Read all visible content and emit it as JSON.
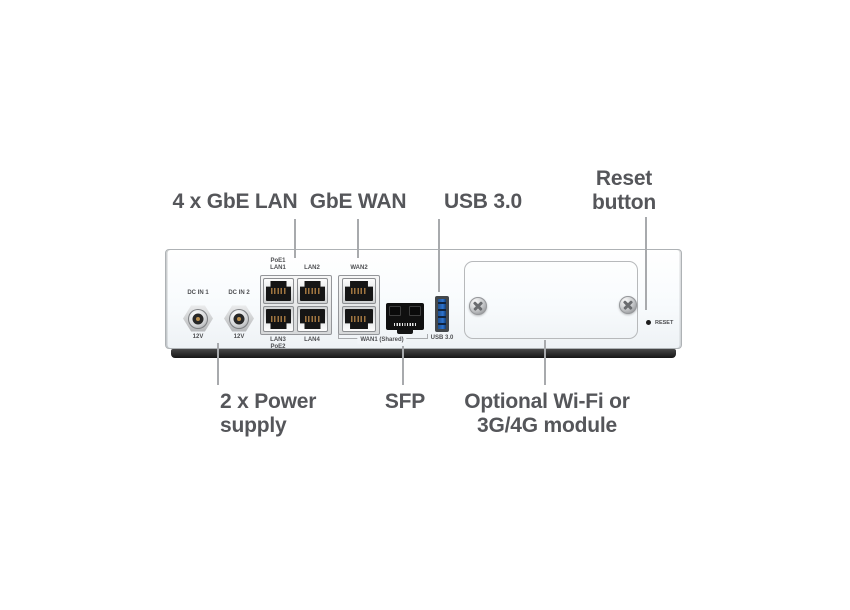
{
  "colors": {
    "annotation_text": "#55565a",
    "leader_line": "#a8aaad",
    "panel_face": "#f8fbfd",
    "panel_border": "#aeb2b5",
    "base_bar": "#1f1f20",
    "usb_blue": "#2f74cf",
    "rj45_pin_gold": "#a07540",
    "port_black": "#151515"
  },
  "annotations": {
    "top": {
      "lan": "4 x GbE LAN",
      "wan": "GbE WAN",
      "usb": "USB 3.0",
      "reset": [
        "Reset",
        "button"
      ]
    },
    "bottom": {
      "power": [
        "2 x Power",
        "supply"
      ],
      "sfp": "SFP",
      "module": [
        "Optional Wi-Fi or",
        "3G/4G module"
      ]
    }
  },
  "panel": {
    "dc_in_1": {
      "name": "DC IN 1",
      "voltage": "12V"
    },
    "dc_in_2": {
      "name": "DC IN 2",
      "voltage": "12V"
    },
    "lan": {
      "port1": [
        "PoE1",
        "LAN1"
      ],
      "port2": "LAN2",
      "port3": [
        "LAN3",
        "PoE2"
      ],
      "port4": "LAN4"
    },
    "wan": {
      "top": "WAN2",
      "shared": "WAN1 (Shared)"
    },
    "usb": "USB 3.0",
    "reset": "RESET"
  },
  "icons": {
    "screws": "phillips-screw-icon",
    "reset": "reset-dot-icon"
  }
}
